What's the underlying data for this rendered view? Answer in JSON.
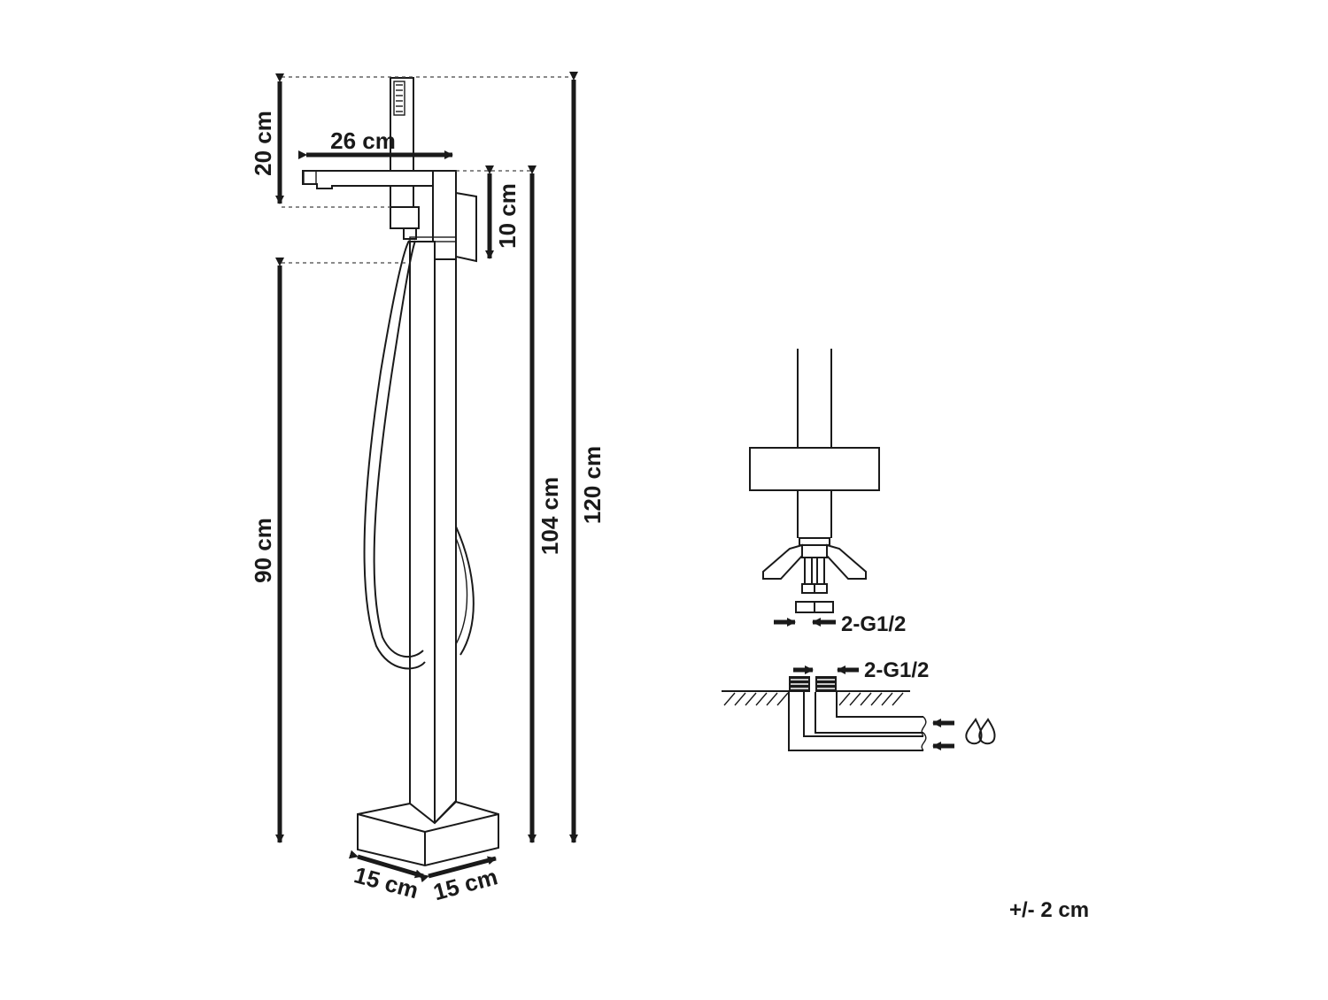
{
  "dimensions": {
    "handshower_height": "20 cm",
    "spout_length": "26 cm",
    "mixer_height": "10 cm",
    "spout_outlet_height": "90 cm",
    "body_height": "104 cm",
    "total_height": "120 cm",
    "base_depth": "15 cm",
    "base_width": "15 cm"
  },
  "connection_detail": {
    "upper_thread": "2-G1/2",
    "lower_thread": "2-G1/2",
    "water_icon": "water-drops-icon"
  },
  "tolerance": "+/- 2 cm"
}
